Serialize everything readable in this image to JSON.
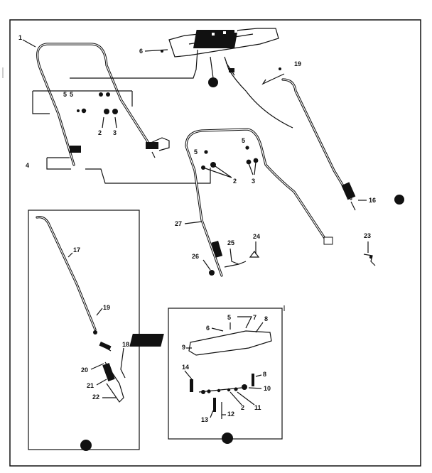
{
  "diagram": {
    "labels": {
      "p1": "1",
      "p2a": "2",
      "p3a": "3",
      "p5a": "5",
      "p4": "4",
      "p6": "6",
      "p19": "19",
      "p16": "16",
      "p5b": "5",
      "p2b": "2",
      "p3b": "3",
      "p27": "27",
      "p25": "25",
      "p24": "24",
      "p26": "26",
      "p23": "23",
      "p17": "17",
      "p18": "18",
      "p19b": "19",
      "p20": "20",
      "p21": "21",
      "p22": "22",
      "d6": "6",
      "d5": "5",
      "d7": "7",
      "d8": "8",
      "d9": "9",
      "d14": "14",
      "d8b": "8",
      "d10": "10",
      "d2": "2",
      "d11": "11",
      "d13": "13",
      "d12": "12"
    }
  }
}
